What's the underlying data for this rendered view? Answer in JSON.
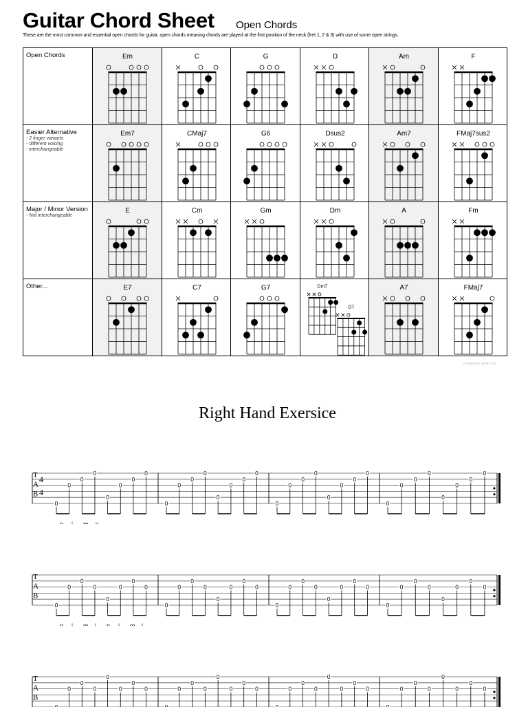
{
  "header": {
    "title": "Guitar Chord Sheet",
    "subtitle": "Open Chords",
    "intro": "These are the most common and essential open chords for guitar, open chords meaning chords are played at the first position of the neck (fret 1, 2 & 3) with use of some open strings."
  },
  "rows": [
    {
      "title": "Open Chords",
      "notes": [],
      "chords": [
        {
          "name": "Em",
          "markers": [
            "o",
            "",
            "",
            "o",
            "o",
            "o"
          ],
          "dots": [
            [
              2,
              2
            ],
            [
              3,
              2
            ]
          ]
        },
        {
          "name": "C",
          "markers": [
            "x",
            "",
            "",
            "o",
            "",
            "o"
          ],
          "dots": [
            [
              2,
              3
            ],
            [
              4,
              2
            ],
            [
              5,
              1
            ]
          ]
        },
        {
          "name": "G",
          "markers": [
            "",
            "",
            "o",
            "o",
            "o",
            ""
          ],
          "dots": [
            [
              1,
              3
            ],
            [
              2,
              2
            ],
            [
              6,
              3
            ]
          ]
        },
        {
          "name": "D",
          "markers": [
            "x",
            "x",
            "o",
            "",
            "",
            ""
          ],
          "dots": [
            [
              4,
              2
            ],
            [
              5,
              3
            ],
            [
              6,
              2
            ]
          ]
        },
        {
          "name": "Am",
          "markers": [
            "x",
            "o",
            "",
            "",
            "",
            "o"
          ],
          "dots": [
            [
              3,
              2
            ],
            [
              4,
              2
            ],
            [
              5,
              1
            ]
          ]
        },
        {
          "name": "F",
          "markers": [
            "x",
            "x",
            "",
            "",
            "",
            ""
          ],
          "dots": [
            [
              3,
              3
            ],
            [
              4,
              2
            ],
            [
              5,
              1
            ],
            [
              6,
              1
            ]
          ]
        }
      ]
    },
    {
      "title": "Easier Alternative",
      "notes": [
        "- 2 finger variants",
        "- different voicing",
        "- interchangeable"
      ],
      "chords": [
        {
          "name": "Em7",
          "markers": [
            "o",
            "",
            "o",
            "o",
            "o",
            "o"
          ],
          "dots": [
            [
              2,
              2
            ]
          ]
        },
        {
          "name": "CMaj7",
          "markers": [
            "x",
            "",
            "",
            "o",
            "o",
            "o"
          ],
          "dots": [
            [
              2,
              3
            ],
            [
              3,
              2
            ]
          ]
        },
        {
          "name": "G6",
          "markers": [
            "",
            "",
            "o",
            "o",
            "o",
            "o"
          ],
          "dots": [
            [
              1,
              3
            ],
            [
              2,
              2
            ]
          ]
        },
        {
          "name": "Dsus2",
          "markers": [
            "x",
            "x",
            "o",
            "",
            "",
            "o"
          ],
          "dots": [
            [
              4,
              2
            ],
            [
              5,
              3
            ]
          ]
        },
        {
          "name": "Am7",
          "markers": [
            "x",
            "o",
            "",
            "o",
            "",
            "o"
          ],
          "dots": [
            [
              3,
              2
            ],
            [
              5,
              1
            ]
          ]
        },
        {
          "name": "FMaj7sus2",
          "markers": [
            "x",
            "x",
            "",
            "o",
            "o",
            "o"
          ],
          "dots": [
            [
              3,
              3
            ],
            [
              5,
              1
            ]
          ]
        }
      ]
    },
    {
      "title": "Major / Minor Version",
      "notes": [
        "- Not interchangeable"
      ],
      "chords": [
        {
          "name": "E",
          "markers": [
            "o",
            "",
            "",
            "",
            "o",
            "o"
          ],
          "dots": [
            [
              2,
              2
            ],
            [
              3,
              2
            ],
            [
              4,
              1
            ]
          ]
        },
        {
          "name": "Cm",
          "markers": [
            "x",
            "x",
            "",
            "o",
            "",
            "x"
          ],
          "dots": [
            [
              3,
              1
            ],
            [
              5,
              1
            ]
          ]
        },
        {
          "name": "Gm",
          "markers": [
            "x",
            "x",
            "o",
            "",
            "",
            ""
          ],
          "dots": [
            [
              4,
              3
            ],
            [
              5,
              3
            ],
            [
              6,
              3
            ]
          ]
        },
        {
          "name": "Dm",
          "markers": [
            "x",
            "x",
            "o",
            "",
            "",
            ""
          ],
          "dots": [
            [
              4,
              2
            ],
            [
              5,
              3
            ],
            [
              6,
              1
            ]
          ]
        },
        {
          "name": "A",
          "markers": [
            "x",
            "o",
            "",
            "",
            "",
            "o"
          ],
          "dots": [
            [
              3,
              2
            ],
            [
              4,
              2
            ],
            [
              5,
              2
            ]
          ]
        },
        {
          "name": "Fm",
          "markers": [
            "x",
            "x",
            "",
            "",
            "",
            ""
          ],
          "dots": [
            [
              3,
              3
            ],
            [
              4,
              1
            ],
            [
              5,
              1
            ],
            [
              6,
              1
            ]
          ]
        }
      ]
    },
    {
      "title": "Other...",
      "notes": [],
      "chords": [
        {
          "name": "E7",
          "markers": [
            "o",
            "",
            "o",
            "",
            "o",
            "o"
          ],
          "dots": [
            [
              2,
              2
            ],
            [
              4,
              1
            ]
          ]
        },
        {
          "name": "C7",
          "markers": [
            "x",
            "",
            "",
            "",
            "",
            "o"
          ],
          "dots": [
            [
              2,
              3
            ],
            [
              3,
              2
            ],
            [
              4,
              3
            ],
            [
              5,
              1
            ]
          ]
        },
        {
          "name": "G7",
          "markers": [
            "",
            "",
            "o",
            "o",
            "o",
            ""
          ],
          "dots": [
            [
              1,
              3
            ],
            [
              2,
              2
            ],
            [
              6,
              1
            ]
          ]
        },
        {
          "name": "Dm7 / D7",
          "pair": [
            {
              "name": "Dm7",
              "markers": [
                "x",
                "x",
                "o",
                "",
                "",
                ""
              ],
              "dots": [
                [
                  4,
                  2
                ],
                [
                  5,
                  1
                ],
                [
                  6,
                  1
                ]
              ]
            },
            {
              "name": "D7",
              "markers": [
                "x",
                "x",
                "o",
                "",
                "",
                ""
              ],
              "dots": [
                [
                  4,
                  2
                ],
                [
                  5,
                  1
                ],
                [
                  6,
                  2
                ]
              ]
            }
          ]
        },
        {
          "name": "A7",
          "markers": [
            "x",
            "o",
            "",
            "o",
            "",
            "o"
          ],
          "dots": [
            [
              3,
              2
            ],
            [
              5,
              2
            ]
          ]
        },
        {
          "name": "FMaj7",
          "markers": [
            "x",
            "x",
            "",
            "",
            "",
            "o"
          ],
          "dots": [
            [
              3,
              3
            ],
            [
              4,
              2
            ],
            [
              5,
              1
            ]
          ]
        }
      ]
    }
  ],
  "credit": "Created by Jimmi Lie",
  "exercise": {
    "title": "Right Hand Exersice",
    "tab_letters": [
      "T",
      "A",
      "B"
    ],
    "time_signature": [
      "4",
      "4"
    ],
    "fret_symbol": "0",
    "systems": [
      {
        "fingering": [
          "p",
          "i",
          "m",
          "a"
        ],
        "pattern": [
          [
            6,
            1
          ],
          [
            3,
            1
          ],
          [
            2,
            1
          ],
          [
            1,
            1
          ],
          [
            5,
            1
          ],
          [
            3,
            1
          ],
          [
            2,
            1
          ],
          [
            1,
            1
          ]
        ]
      },
      {
        "fingering": [
          "p",
          "i",
          "m",
          "i",
          "p",
          "i",
          "m",
          "i"
        ],
        "pattern": [
          [
            6,
            1
          ],
          [
            3,
            1
          ],
          [
            2,
            1
          ],
          [
            3,
            1
          ],
          [
            5,
            1
          ],
          [
            3,
            1
          ],
          [
            2,
            1
          ],
          [
            3,
            1
          ]
        ]
      },
      {
        "fingering": [],
        "pattern": [
          [
            6,
            1
          ],
          [
            3,
            1
          ],
          [
            2,
            1
          ],
          [
            3,
            1
          ],
          [
            1,
            1
          ],
          [
            3,
            1
          ],
          [
            2,
            1
          ],
          [
            3,
            1
          ]
        ]
      }
    ]
  }
}
